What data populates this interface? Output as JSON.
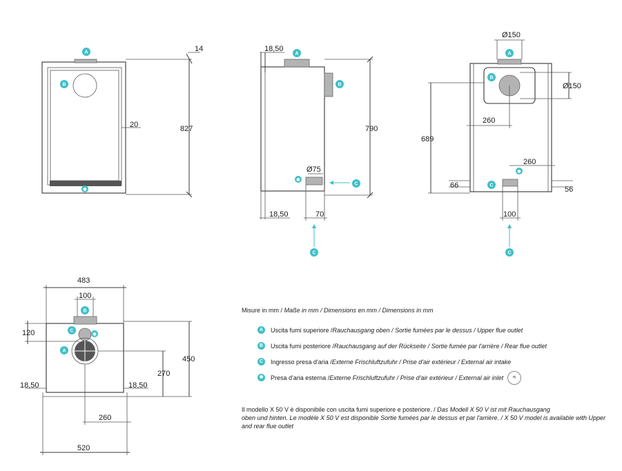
{
  "dims": {
    "front": {
      "d14": "14",
      "d827": "827",
      "d20": "20"
    },
    "side": {
      "d1850top": "18,50",
      "d790": "790",
      "d75": "Ø75",
      "d1850bot": "18,50",
      "d70": "70"
    },
    "rear": {
      "d150top": "Ø150",
      "d150right": "Ø150",
      "d260a": "260",
      "d689": "689",
      "d260b": "260",
      "d66": "66",
      "d56": "56",
      "d100": "100"
    },
    "plan": {
      "d483": "483",
      "d100": "100",
      "d120": "120",
      "d450": "450",
      "d270": "270",
      "d1850l": "18,50",
      "d1850r": "18,50",
      "d260": "260",
      "d520": "520"
    }
  },
  "badges": {
    "A": "A",
    "B": "B",
    "C": "C",
    "star": "✱"
  },
  "legend": {
    "title_a": "Misure in mm / ",
    "title_b": "Maße in mm / Dimensions en mm / Dimensions in mm",
    "items": [
      {
        "badge": "A",
        "it": "Uscita fumi superiore / ",
        "rest": "Rauchausgang oben  / Sortie fumées par le dessus / Upper flue outlet"
      },
      {
        "badge": "B",
        "it": "Uscita fumi posteriore / ",
        "rest": "Rauchausgang auf der Rückseite / Sortie fumée par l'arrière / Rear flue outlet"
      },
      {
        "badge": "C",
        "it": "Ingresso presa d'aria / ",
        "rest": "Externe Frischluftzufuhr / Prise d'air extérieur  / External air intake"
      },
      {
        "badge": "✱",
        "it": "Presa d'aria esterna / ",
        "rest": "Externe Frischluftzufuhr / Prise d'air extérieur / External air inlet"
      }
    ],
    "icon_label": "icon"
  },
  "note": {
    "line1_a": "Il modello X 50 V è disponibile con uscita fumi superiore e posteriore. / ",
    "line1_b": "Das Modell X 50 V ist mit Rauchausgang",
    "line2": "oben und hinten. Le modèle X 50 V est disponible Sortie fumées par le dessus et par l'arrière. / X 50 V model is available with Upper",
    "line3": "and rear flue outlet"
  }
}
